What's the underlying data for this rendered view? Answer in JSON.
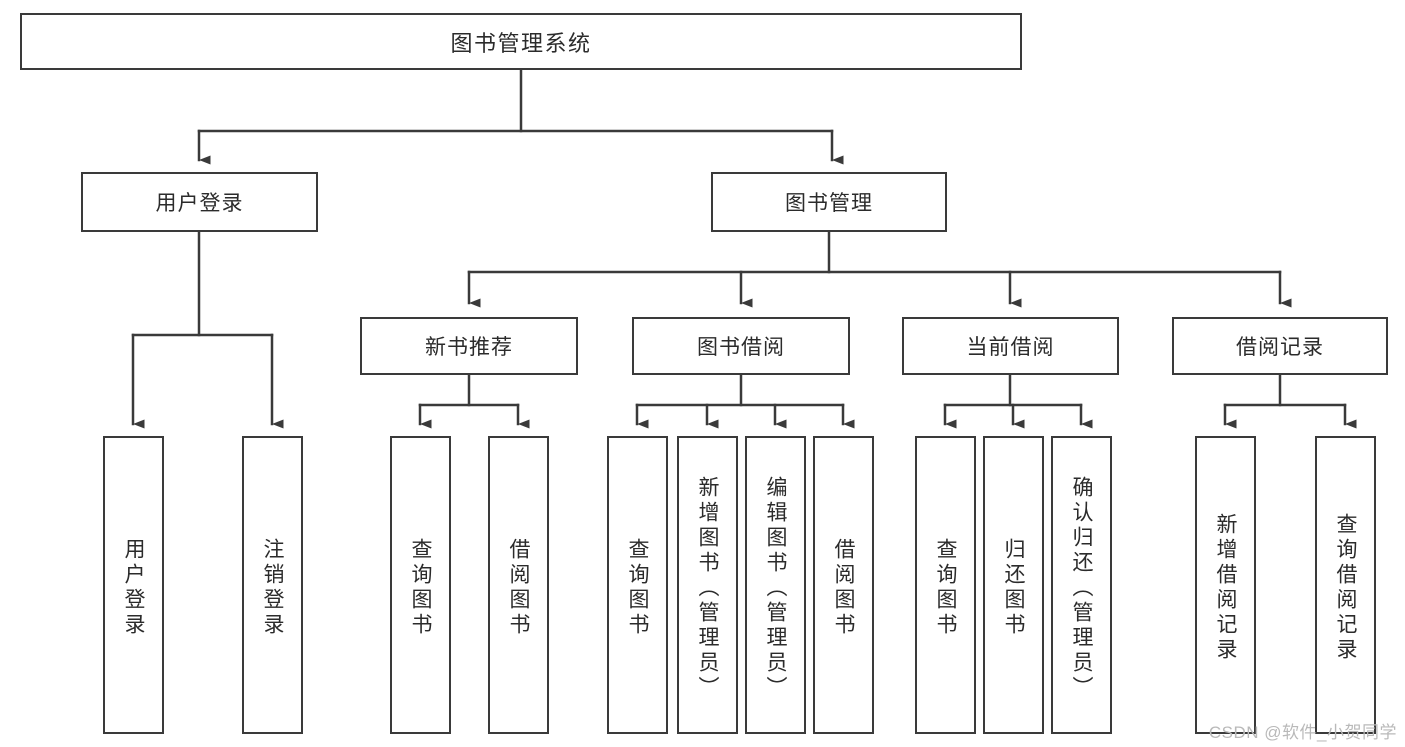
{
  "diagram": {
    "title": "图书管理系统",
    "watermark": "CSDN @软件_小贺同学",
    "level1": [
      {
        "id": "user-login",
        "label": "用户登录"
      },
      {
        "id": "book-manage",
        "label": "图书管理"
      }
    ],
    "level2": [
      {
        "id": "new-book-recommend",
        "label": "新书推荐"
      },
      {
        "id": "book-borrow",
        "label": "图书借阅"
      },
      {
        "id": "current-borrow",
        "label": "当前借阅"
      },
      {
        "id": "borrow-record",
        "label": "借阅记录"
      }
    ],
    "leaves": {
      "user_login": [
        {
          "id": "leaf-user-login",
          "label": "用户登录"
        },
        {
          "id": "leaf-logout-login",
          "label": "注销登录"
        }
      ],
      "new_book_recommend": [
        {
          "id": "leaf-query-book-1",
          "label": "查询图书"
        },
        {
          "id": "leaf-borrow-book-1",
          "label": "借阅图书"
        }
      ],
      "book_borrow": [
        {
          "id": "leaf-query-book-2",
          "label": "查询图书"
        },
        {
          "id": "leaf-add-book",
          "label": "新增图书（管理员）"
        },
        {
          "id": "leaf-edit-book",
          "label": "编辑图书（管理员）"
        },
        {
          "id": "leaf-borrow-book-2",
          "label": "借阅图书"
        }
      ],
      "current_borrow": [
        {
          "id": "leaf-query-book-3",
          "label": "查询图书"
        },
        {
          "id": "leaf-return-book",
          "label": "归还图书"
        },
        {
          "id": "leaf-confirm-return",
          "label": "确认归还（管理员）"
        }
      ],
      "borrow_record": [
        {
          "id": "leaf-add-record",
          "label": "新增借阅记录"
        },
        {
          "id": "leaf-query-record",
          "label": "查询借阅记录"
        }
      ]
    },
    "colors": {
      "stroke": "#3a3a3a",
      "text": "#2b2b2b",
      "background": "#ffffff",
      "watermark": "#b9b9b9"
    }
  }
}
